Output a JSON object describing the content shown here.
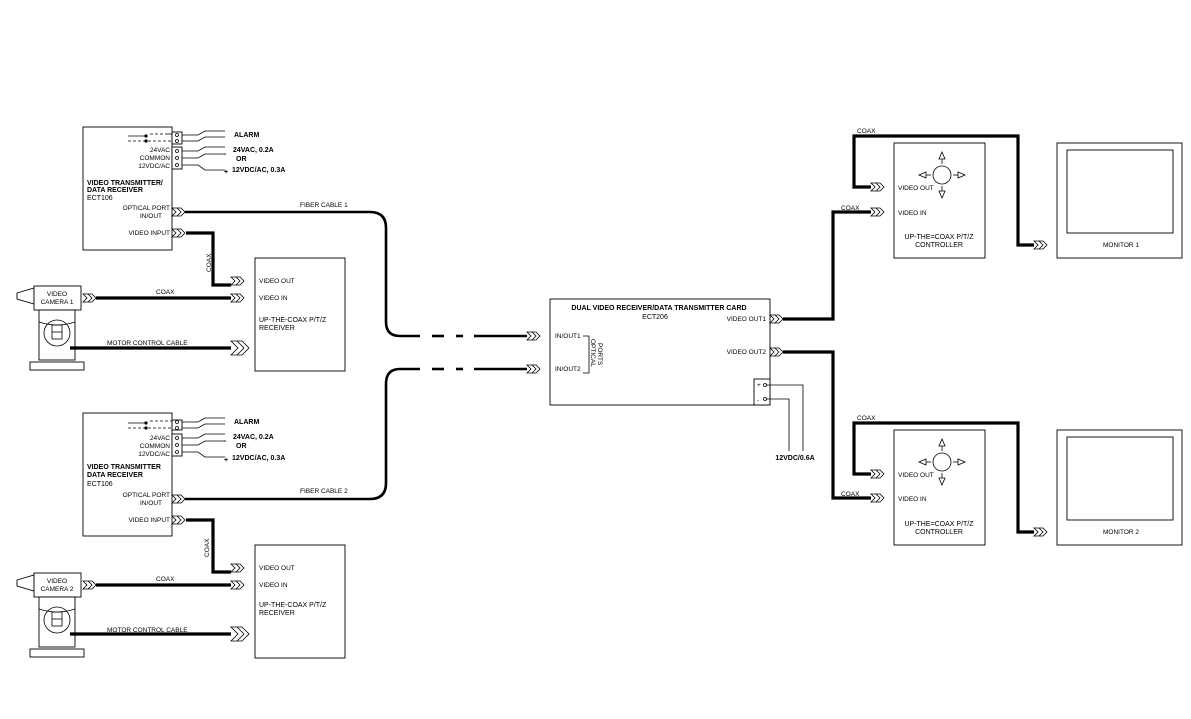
{
  "transmitters": [
    {
      "title_line1": "VIDEO TRANSMITTER/",
      "title_line2": "DATA RECEIVER",
      "model": "ECT106",
      "port_optical_1": "OPTICAL PORT",
      "port_optical_2": "IN/OUT",
      "port_video_input": "VIDEO INPUT",
      "power_24vac": "24VAC",
      "power_common": "COMMON",
      "power_12vdc": "12VDC/AC",
      "alarm": "ALARM",
      "supply_24vac": "24VAC, 0.2A",
      "supply_or": "OR",
      "supply_12vdc": "12VDC/AC, 0.3A",
      "plus": "+",
      "minus": "-"
    },
    {
      "title_line1": "VIDEO TRANSMITTER",
      "title_line2": "DATA RECEIVER",
      "model": "ECT106",
      "port_optical_1": "OPTICAL PORT",
      "port_optical_2": "IN/OUT",
      "port_video_input": "VIDEO INPUT",
      "power_24vac": "24VAC",
      "power_common": "COMMON",
      "power_12vdc": "12VDC/AC",
      "alarm": "ALARM",
      "supply_24vac": "24VAC, 0.2A",
      "supply_or": "OR",
      "supply_12vdc": "12VDC/AC, 0.3A",
      "plus": "+",
      "minus": "-"
    }
  ],
  "cameras": [
    {
      "label_line1": "VIDEO",
      "label_line2": "CAMERA 1"
    },
    {
      "label_line1": "VIDEO",
      "label_line2": "CAMERA 2"
    }
  ],
  "receivers": [
    {
      "video_out": "VIDEO OUT",
      "video_in": "VIDEO IN",
      "title_line1": "UP-THE-COAX P/T/Z",
      "title_line2": "RECEIVER"
    },
    {
      "video_out": "VIDEO OUT",
      "video_in": "VIDEO IN",
      "title_line1": "UP-THE-COAX P/T/Z",
      "title_line2": "RECEIVER"
    }
  ],
  "cables": {
    "coax": "COAX",
    "motor_control": "MOTOR CONTROL CABLE",
    "fiber_1": "FIBER CABLE 1",
    "fiber_2": "FIBER CABLE 2"
  },
  "card": {
    "title": "DUAL VIDEO RECEIVER/DATA TRANSMITTER  CARD",
    "model": "ECT206",
    "in_out_1": "IN/OUT1",
    "in_out_2": "IN/OUT2",
    "optical_1": "OPTICAL",
    "optical_2": "PORTS",
    "video_out_1": "VIDEO OUT1",
    "video_out_2": "VIDEO OUT2",
    "plus": "+",
    "minus": "-",
    "power": "12VDC/0.6A"
  },
  "controllers": [
    {
      "video_out": "VIDEO OUT",
      "video_in": "VIDEO IN",
      "title_line1": "UP-THE=COAX P/T/Z",
      "title_line2": "CONTROLLER"
    },
    {
      "video_out": "VIDEO OUT",
      "video_in": "VIDEO IN",
      "title_line1": "UP-THE=COAX P/T/Z",
      "title_line2": "CONTROLLER"
    }
  ],
  "monitors": [
    {
      "label": "MONITOR 1"
    },
    {
      "label": "MONITOR 2"
    }
  ]
}
